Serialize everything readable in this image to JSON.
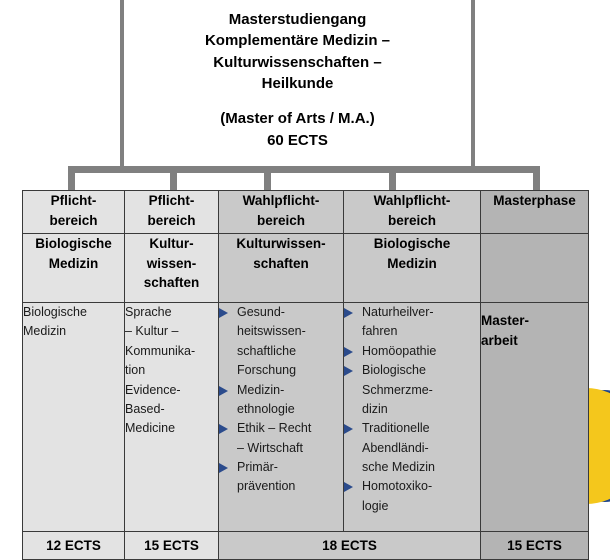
{
  "title_box": {
    "line1": "Masterstudiengang",
    "line2": "Komplementäre Medizin –",
    "line3": "Kulturwissenschaften –",
    "line4": "Heilkunde",
    "line5": "(Master of Arts / M.A.)",
    "line6": "60 ECTS"
  },
  "columns": [
    {
      "header_top": "Pflicht-\nbereich",
      "header_sub": "Biologische\nMedizin",
      "body_text": "Biologische\nMedizin",
      "body_bullets": [],
      "ects": "12 ECTS",
      "tint": "light"
    },
    {
      "header_top": "Pflicht-\nbereich",
      "header_sub": "Kultur-\nwissen-\nschaften",
      "body_text": "Sprache\n– Kultur –\nKommunika-\ntion\nEvidence-\nBased-\nMedicine",
      "body_bullets": [],
      "ects": "15 ECTS",
      "tint": "light"
    },
    {
      "header_top": "Wahlpflicht-\nbereich",
      "header_sub": "Kulturwissen-\nschaften",
      "body_text": "",
      "body_bullets": [
        "Gesund-\nheitswissen-\nschaftliche\nForschung",
        "Medizin-\nethnologie",
        "Ethik – Recht\n– Wirtschaft",
        "Primär-\nprävention"
      ],
      "ects": "18 ECTS",
      "tint": "mid"
    },
    {
      "header_top": "Wahlpflicht-\nbereich",
      "header_sub": "Biologische\nMedizin",
      "body_text": "",
      "body_bullets": [
        "Naturheilver-\nfahren",
        "Homöopathie",
        "Biologische\nSchmerzme-\ndizin",
        "Traditionelle\nAbendländi-\nsche Medizin",
        "Homotoxiko-\nlogie"
      ],
      "ects": "",
      "tint": "mid"
    },
    {
      "header_top": "Masterphase",
      "header_sub": "",
      "body_text": "Master-\narbeit",
      "body_bullets": [],
      "ects": "15 ECTS",
      "tint": "dark"
    }
  ],
  "colors": {
    "connector": "#808080",
    "bullet_triangle": "#2b4b8c",
    "deco_yellow": "#f4c71c",
    "deco_blue": "#21478c",
    "tint_light": "#e3e3e3",
    "tint_mid": "#c9c9c9",
    "tint_dark": "#b4b4b4",
    "border": "#3a3a3a"
  }
}
